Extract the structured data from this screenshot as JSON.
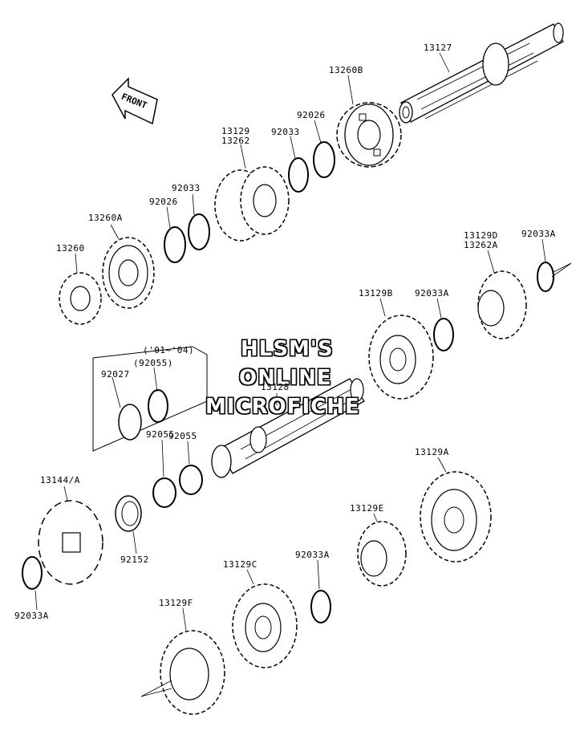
{
  "watermark": {
    "line1": "HLSM'S",
    "line2": "ONLINE",
    "line3": "MICROFICHE"
  },
  "front_arrow": {
    "label": "FRONT"
  },
  "inset": {
    "year_note": "('01~'04)",
    "part_a": "(92055)",
    "part_b": "92027"
  },
  "parts": {
    "p13127": "13127",
    "p13260B": "13260B",
    "p92026_top": "92026",
    "p92033_top": "92033",
    "p13129": "13129",
    "p13262": "13262",
    "p92033_mid": "92033",
    "p92026_mid": "92026",
    "p13260A": "13260A",
    "p13260": "13260",
    "p13129D": "13129D",
    "p13262A": "13262A",
    "p92033A_right": "92033A",
    "p13129B": "13129B",
    "p92033A_mid": "92033A",
    "p13128": "13128",
    "p92055_a": "92055",
    "p92055_b": "92055",
    "p13144A": "13144/A",
    "p92152": "92152",
    "p92033A_left": "92033A",
    "p13129A": "13129A",
    "p13129E": "13129E",
    "p92033A_lower": "92033A",
    "p13129C": "13129C",
    "p13129F": "13129F"
  }
}
